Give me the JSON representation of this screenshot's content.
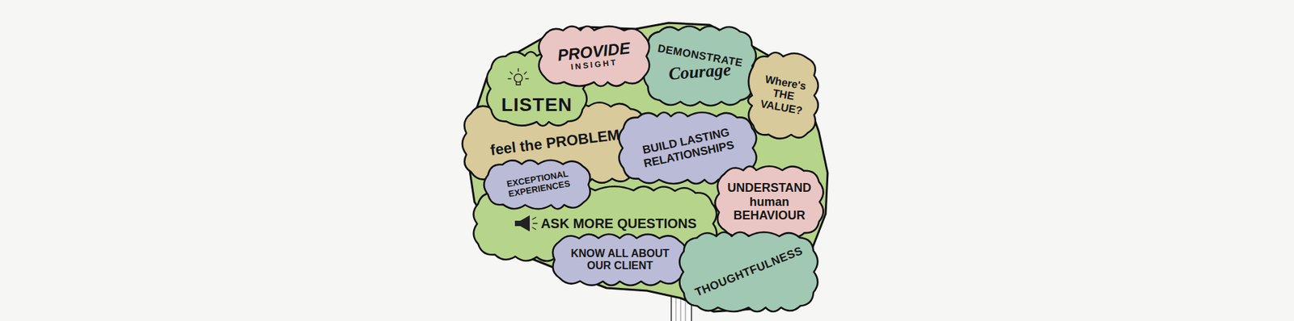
{
  "diagram": {
    "nodes": [
      {
        "text": [
          "LISTEN"
        ]
      },
      {
        "text": [
          "PROVIDE",
          "INSIGHT"
        ]
      },
      {
        "text": [
          "DEMONSTRATE",
          "Courage"
        ]
      },
      {
        "text": [
          "Where's THE VALUE?"
        ]
      },
      {
        "text": [
          "feel the PROBLEM"
        ]
      },
      {
        "text": [
          "BUILD LASTING RELATIONSHIPS"
        ]
      },
      {
        "text": [
          "EXCEPTIONAL EXPERIENCES"
        ]
      },
      {
        "text": [
          "ASK MORE QUESTIONS"
        ]
      },
      {
        "text": [
          "UNDERSTAND human BEHAVIOUR"
        ]
      },
      {
        "text": [
          "KNOW ALL ABOUT OUR CLIENT"
        ]
      },
      {
        "text": [
          "THOUGHTFULNESS"
        ]
      }
    ]
  }
}
